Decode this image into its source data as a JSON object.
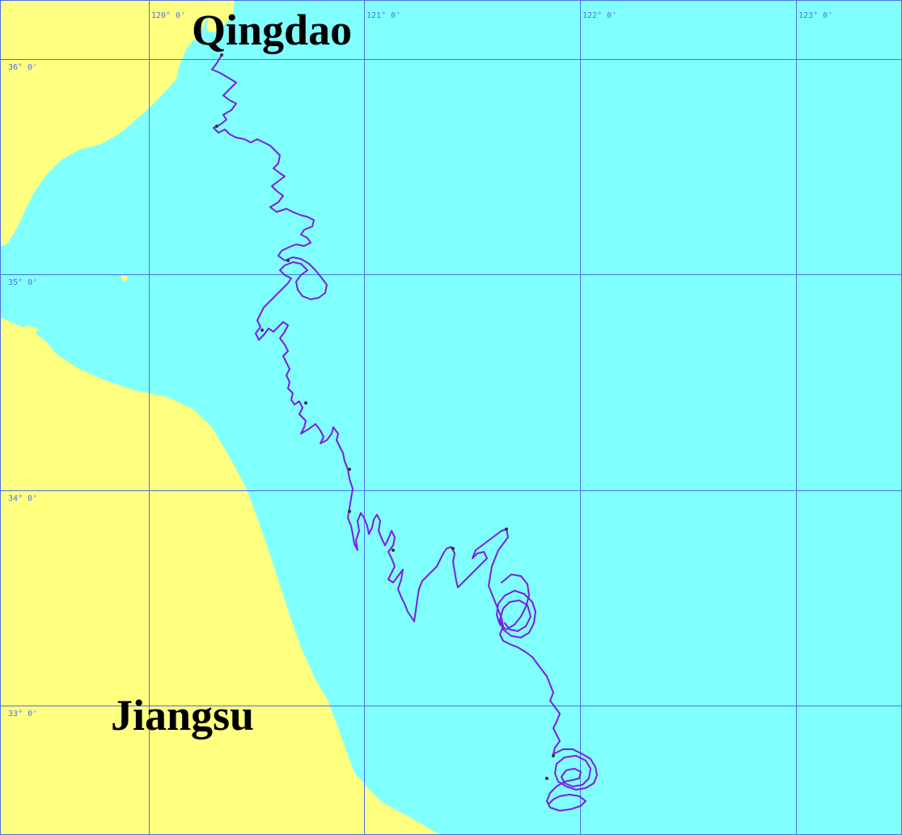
{
  "map": {
    "colors": {
      "sea": "#80ffff",
      "land": "#ffff80",
      "graticule": "#4d72e6",
      "track": "#7a1ee0",
      "track_marker": "#333333",
      "place_label": "#000000"
    },
    "place_labels": {
      "qingdao": "Qingdao",
      "jiangsu": "Jiangsu"
    },
    "longitude_labels": [
      "120° 0'",
      "121° 0'",
      "122° 0'",
      "123° 0'"
    ],
    "latitude_labels": [
      "36° 0'",
      "35° 0'",
      "34° 0'",
      "33° 0'"
    ],
    "track": {
      "description_type": "drifter-trajectory",
      "start_label": "near Qingdao",
      "end_label": "off Jiangsu coast"
    }
  }
}
